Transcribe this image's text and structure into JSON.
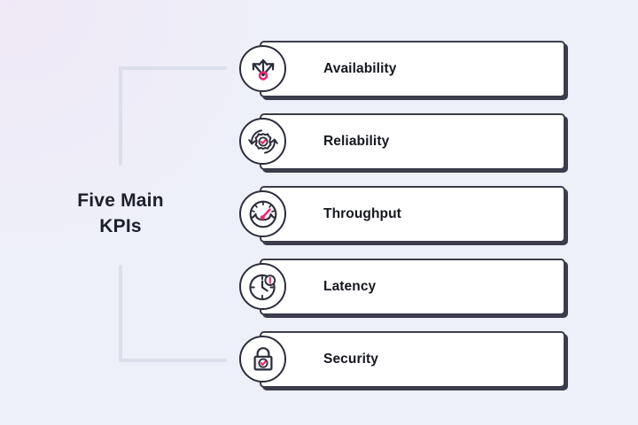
{
  "diagram": {
    "title_lines": [
      "Five Main",
      "KPIs"
    ],
    "background_color": "#edf0f9",
    "accent_color": "#f4256f",
    "line_color": "#2b2d3a",
    "connector_color": "#dbdfeb",
    "card_background": "#ffffff",
    "items": [
      {
        "label": "Availability",
        "icon": "expand-arrows-icon"
      },
      {
        "label": "Reliability",
        "icon": "gear-refresh-check-icon"
      },
      {
        "label": "Throughput",
        "icon": "speedometer-gauge-icon"
      },
      {
        "label": "Latency",
        "icon": "clock-alert-icon"
      },
      {
        "label": "Security",
        "icon": "padlock-check-icon"
      }
    ]
  }
}
